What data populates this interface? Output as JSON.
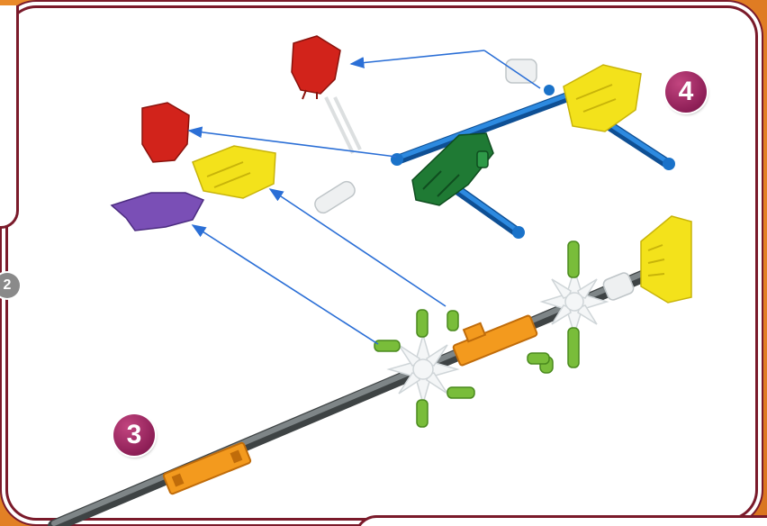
{
  "steps": {
    "prev_step_number": "2",
    "step_three_number": "3",
    "step_four_number": "4"
  },
  "colors": {
    "frame": "#7a1a2a",
    "step_badge": "#8e1f57",
    "arrow": "#2b6fd6",
    "rod_grey": "#5e6466",
    "rod_blue": "#1a72c9",
    "connector_red": "#d2231b",
    "connector_yellow": "#f3e21b",
    "connector_purple": "#7a4fb6",
    "connector_green": "#1f7a34",
    "connector_orange": "#f39a1e",
    "connector_white": "#f2f2f2",
    "peg_green": "#79bd3a"
  }
}
